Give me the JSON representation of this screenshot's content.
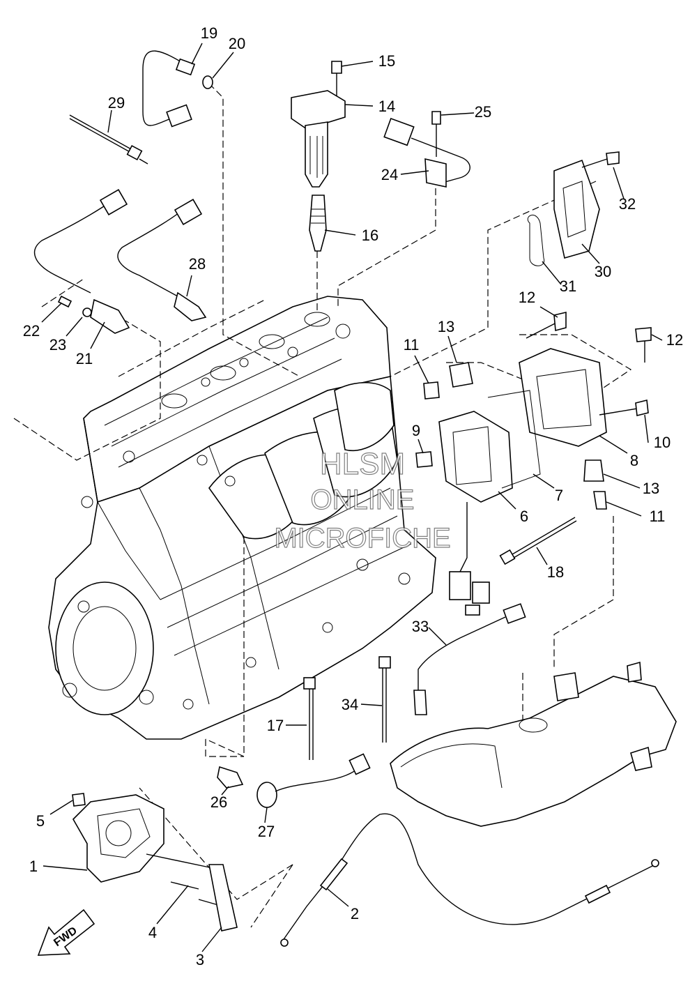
{
  "callouts": [
    {
      "id": "1",
      "label": "1"
    },
    {
      "id": "2",
      "label": "2"
    },
    {
      "id": "3",
      "label": "3"
    },
    {
      "id": "4",
      "label": "4"
    },
    {
      "id": "5",
      "label": "5"
    },
    {
      "id": "6",
      "label": "6"
    },
    {
      "id": "7",
      "label": "7"
    },
    {
      "id": "8",
      "label": "8"
    },
    {
      "id": "9",
      "label": "9"
    },
    {
      "id": "10",
      "label": "10"
    },
    {
      "id": "11a",
      "label": "11"
    },
    {
      "id": "11b",
      "label": "11"
    },
    {
      "id": "12a",
      "label": "12"
    },
    {
      "id": "12b",
      "label": "12"
    },
    {
      "id": "13a",
      "label": "13"
    },
    {
      "id": "13b",
      "label": "13"
    },
    {
      "id": "14",
      "label": "14"
    },
    {
      "id": "15",
      "label": "15"
    },
    {
      "id": "16",
      "label": "16"
    },
    {
      "id": "17",
      "label": "17"
    },
    {
      "id": "18",
      "label": "18"
    },
    {
      "id": "19",
      "label": "19"
    },
    {
      "id": "20",
      "label": "20"
    },
    {
      "id": "21",
      "label": "21"
    },
    {
      "id": "22",
      "label": "22"
    },
    {
      "id": "23",
      "label": "23"
    },
    {
      "id": "24",
      "label": "24"
    },
    {
      "id": "25",
      "label": "25"
    },
    {
      "id": "26",
      "label": "26"
    },
    {
      "id": "27",
      "label": "27"
    },
    {
      "id": "28",
      "label": "28"
    },
    {
      "id": "29",
      "label": "29"
    },
    {
      "id": "30",
      "label": "30"
    },
    {
      "id": "31",
      "label": "31"
    },
    {
      "id": "32",
      "label": "32"
    },
    {
      "id": "33",
      "label": "33"
    },
    {
      "id": "34",
      "label": "34"
    }
  ],
  "direction_arrow": {
    "label": "FWD"
  },
  "watermark": {
    "line1": "HLSM",
    "line2": "ONLINE",
    "line3": "MICROFICHE"
  },
  "colors": {
    "ink": "#000000",
    "background": "#ffffff"
  }
}
